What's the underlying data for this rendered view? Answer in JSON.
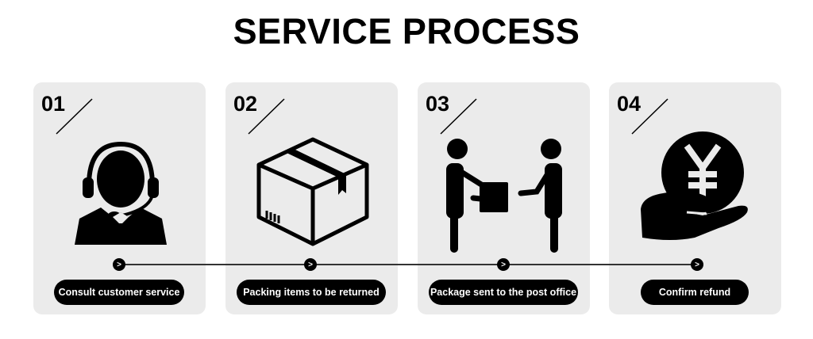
{
  "title": "SERVICE PROCESS",
  "steps": [
    {
      "number": "01",
      "label": "Consult customer service",
      "icon": "customer-service-headset-icon"
    },
    {
      "number": "02",
      "label": "Packing items to be returned",
      "icon": "package-box-icon"
    },
    {
      "number": "03",
      "label": "Package sent to the post office",
      "icon": "package-handover-icon"
    },
    {
      "number": "04",
      "label": "Confirm refund",
      "icon": "yen-coin-hand-icon"
    }
  ],
  "arrow_glyph": ">"
}
